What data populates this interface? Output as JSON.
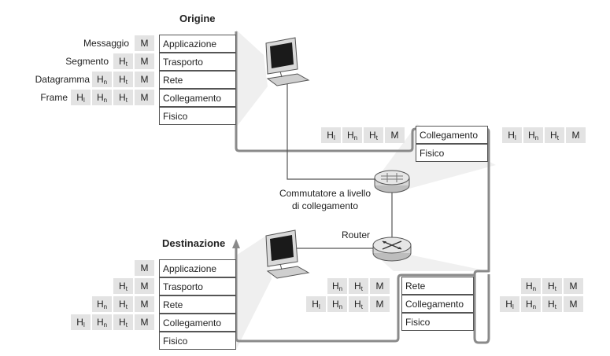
{
  "origin": {
    "title": "Origine",
    "layers": [
      "Applicazione",
      "Trasporto",
      "Rete",
      "Collegamento",
      "Fisico"
    ],
    "messages": [
      {
        "label": "Messaggio",
        "headers": [
          "M"
        ]
      },
      {
        "label": "Segmento",
        "headers": [
          "Ht",
          "M"
        ]
      },
      {
        "label": "Datagramma",
        "headers": [
          "Hn",
          "Ht",
          "M"
        ]
      },
      {
        "label": "Frame",
        "headers": [
          "Hl",
          "Hn",
          "Ht",
          "M"
        ]
      }
    ]
  },
  "destination": {
    "title": "Destinazione",
    "layers": [
      "Applicazione",
      "Trasporto",
      "Rete",
      "Collegamento",
      "Fisico"
    ],
    "messages": [
      {
        "headers": [
          "M"
        ]
      },
      {
        "headers": [
          "Ht",
          "M"
        ]
      },
      {
        "headers": [
          "Hn",
          "Ht",
          "M"
        ]
      },
      {
        "headers": [
          "Hl",
          "Hn",
          "Ht",
          "M"
        ]
      }
    ]
  },
  "switch": {
    "label_line1": "Commutatore a livello",
    "label_line2": "di collegamento",
    "layers": [
      "Collegamento",
      "Fisico"
    ],
    "in_headers": [
      "Hl",
      "Hn",
      "Ht",
      "M"
    ],
    "out_headers": [
      "Hl",
      "Hn",
      "Ht",
      "M"
    ]
  },
  "router": {
    "label": "Router",
    "layers": [
      "Rete",
      "Collegamento",
      "Fisico"
    ],
    "in_rete": [
      "Hn",
      "Ht",
      "M"
    ],
    "in_coll": [
      "Hl",
      "Hn",
      "Ht",
      "M"
    ],
    "out_rete": [
      "Hn",
      "Ht",
      "M"
    ],
    "out_coll": [
      "Hl",
      "Hn",
      "Ht",
      "M"
    ]
  },
  "colors": {
    "cell": "#e3e3e3",
    "line": "#8a8a8a",
    "stroke": "#555555"
  },
  "icons": [
    "computer-icon",
    "switch-icon",
    "router-icon"
  ]
}
